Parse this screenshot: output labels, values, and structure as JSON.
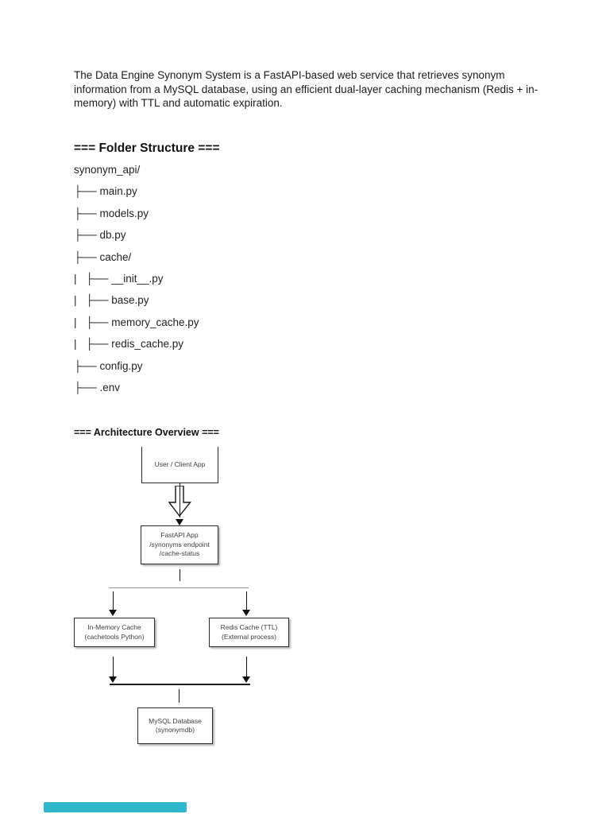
{
  "intro": "The Data Engine Synonym System is a FastAPI-based web service that retrieves synonym information from a MySQL database, using an efficient dual-layer caching mechanism (Redis + in-memory) with TTL and automatic expiration.",
  "folder": {
    "heading": "=== Folder Structure ===",
    "tree": [
      "synonym_api/",
      "├── main.py",
      "├── models.py",
      "├── db.py",
      "├── cache/",
      "|   ├── __init__.py",
      "|   ├── base.py",
      "|   ├── memory_cache.py",
      "|   ├── redis_cache.py",
      "├── config.py",
      "├── .env"
    ]
  },
  "arch": {
    "heading": "=== Architecture Overview ===",
    "client": [
      "User / Client App"
    ],
    "fastapi": [
      "FastAPI App",
      "/synonyms endpoint",
      "/cache-status"
    ],
    "memory": [
      "In-Memory Cache",
      "(cachetools Python)"
    ],
    "redis": [
      "Redis Cache (TTL)",
      "(External process)"
    ],
    "mysql": [
      "MySQL Database",
      "(synonymdb)"
    ]
  },
  "progress": {
    "color": "#2FB8CB"
  }
}
